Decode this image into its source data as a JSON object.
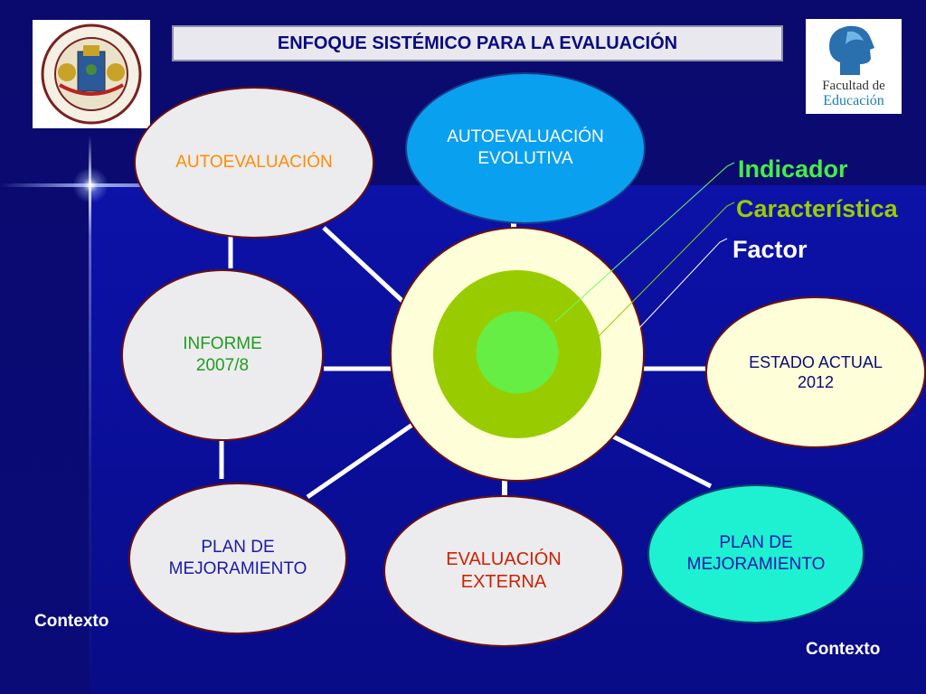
{
  "title": "ENFOQUE SISTÉMICO PARA LA EVALUACIÓN",
  "logo_right": {
    "line1": "Facultad de",
    "line2": "Educación"
  },
  "nodes": {
    "autoevaluacion": {
      "lines": [
        "AUTOEVALUACIÓN"
      ],
      "color": "#ff8c00",
      "fill": "#ececee"
    },
    "autoevaluacion_evolutiva": {
      "lines": [
        "AUTOEVALUACIÓN",
        "EVOLUTIVA"
      ],
      "color": "#ffffff",
      "fill": "#0aa0f0"
    },
    "informe": {
      "lines": [
        "INFORME",
        "2007/8"
      ],
      "color": "#1f9c1f",
      "fill": "#ececee"
    },
    "estado_actual": {
      "lines": [
        "ESTADO ACTUAL",
        "2012"
      ],
      "color": "#0a0a80",
      "fill": "#fefed8"
    },
    "plan_left": {
      "lines": [
        "PLAN DE",
        "MEJORAMIENTO"
      ],
      "color": "#1a1aaa",
      "fill": "#ececee"
    },
    "evaluacion_externa": {
      "lines": [
        "EVALUACIÓN",
        "EXTERNA"
      ],
      "color": "#cc2200",
      "fill": "#ececee"
    },
    "plan_right": {
      "lines": [
        "PLAN DE",
        "MEJORAMIENTO"
      ],
      "color": "#1a1aaa",
      "fill": "#1ef0d2"
    }
  },
  "legend": {
    "indicador": {
      "label": "Indicador",
      "color": "#44ee44"
    },
    "caracteristica": {
      "label": "Característica",
      "color": "#9acc00"
    },
    "factor": {
      "label": "Factor",
      "color": "#ffffff"
    }
  },
  "rings": {
    "factor": "#fefed8",
    "caracteristica": "#99cc00",
    "indicador": "#66ee44"
  },
  "contexto_left": "Contexto",
  "contexto_right": "Contexto"
}
